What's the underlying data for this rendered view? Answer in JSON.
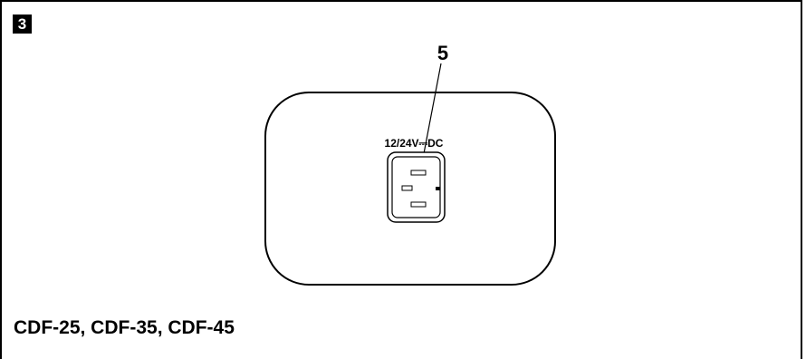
{
  "figure": {
    "number": "3",
    "callout": "5",
    "voltage_label": "12/24V⎓DC",
    "caption": "CDF-25, CDF-35, CDF-45"
  }
}
